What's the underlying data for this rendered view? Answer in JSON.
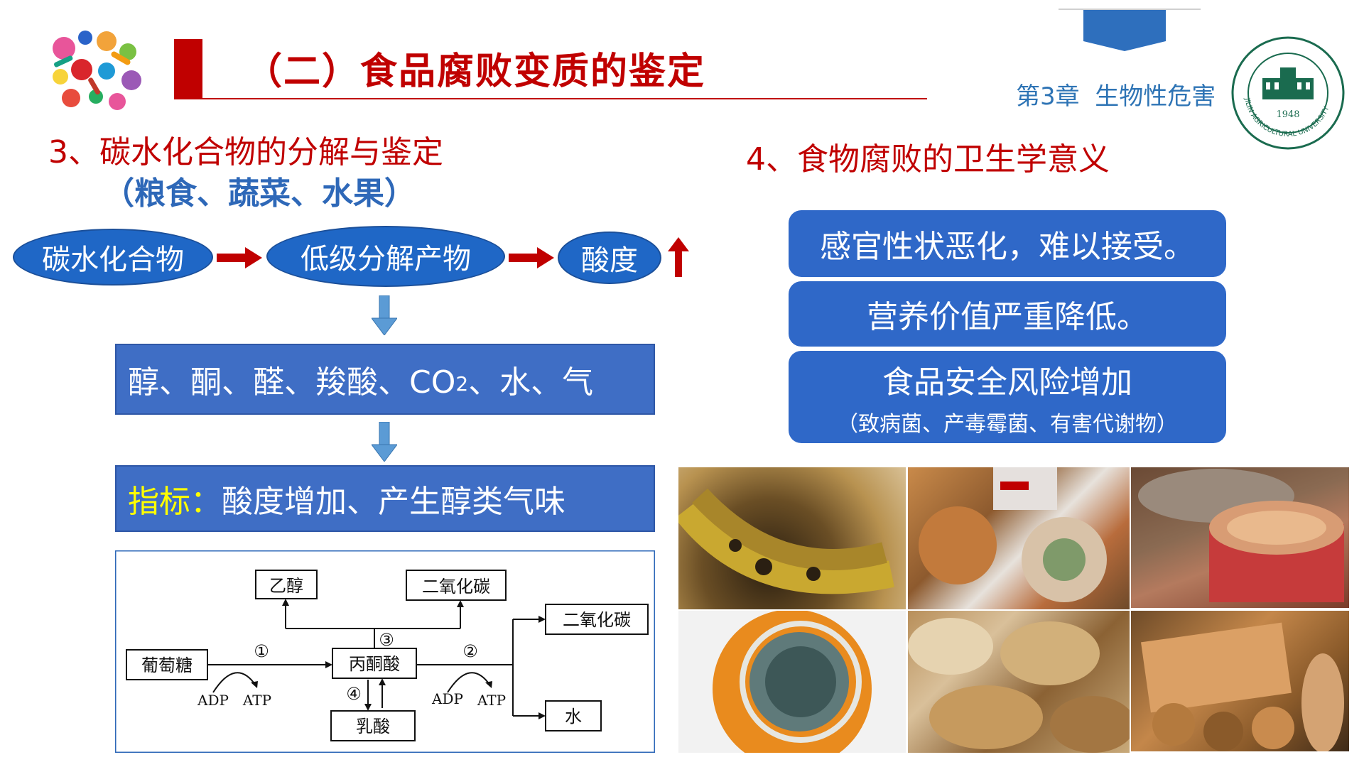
{
  "header": {
    "title": "（二）食品腐败变质的鉴定",
    "chapter": "第3章  生物性危害",
    "logo_text": "JILIN AGRICULTURAL UNIVERSITY",
    "logo_year": "1948"
  },
  "left": {
    "heading_line1": "3、碳水化合物的分解与鉴定",
    "heading_line2": "（粮食、蔬菜、水果）",
    "flow": {
      "node1": "碳水化合物",
      "node2": "低级分解产物",
      "node3": "酸度"
    },
    "products_pre": "醇、酮、醛、羧酸、CO",
    "products_sub": "2",
    "products_post": "、水、气",
    "indicator_label": "指标：",
    "indicator_text": "酸度增加、产生醇类气味"
  },
  "diagram": {
    "glucose": "葡萄糖",
    "pyruvate": "丙酮酸",
    "ethanol": "乙醇",
    "co2_top": "二氧化碳",
    "co2_right": "二氧化碳",
    "water": "水",
    "lactate": "乳酸",
    "adp1": "ADP",
    "atp1": "ATP",
    "adp2": "ADP",
    "atp2": "ATP",
    "step1": "①",
    "step2": "②",
    "step3": "③",
    "step4": "④"
  },
  "right": {
    "heading": "4、食物腐败的卫生学意义",
    "item1": "感官性状恶化，难以接受。",
    "item2": "营养价值严重降低。",
    "item3_title": "食品安全风险增加",
    "item3_sub": "（致病菌、产毒霉菌、有害代谢物）"
  },
  "colors": {
    "title_red": "#c00000",
    "accent_blue": "#1f67c6",
    "box_blue": "#3f6ec5",
    "indicator_yellow": "#ffff00",
    "chapter_blue": "#2e74b5"
  }
}
